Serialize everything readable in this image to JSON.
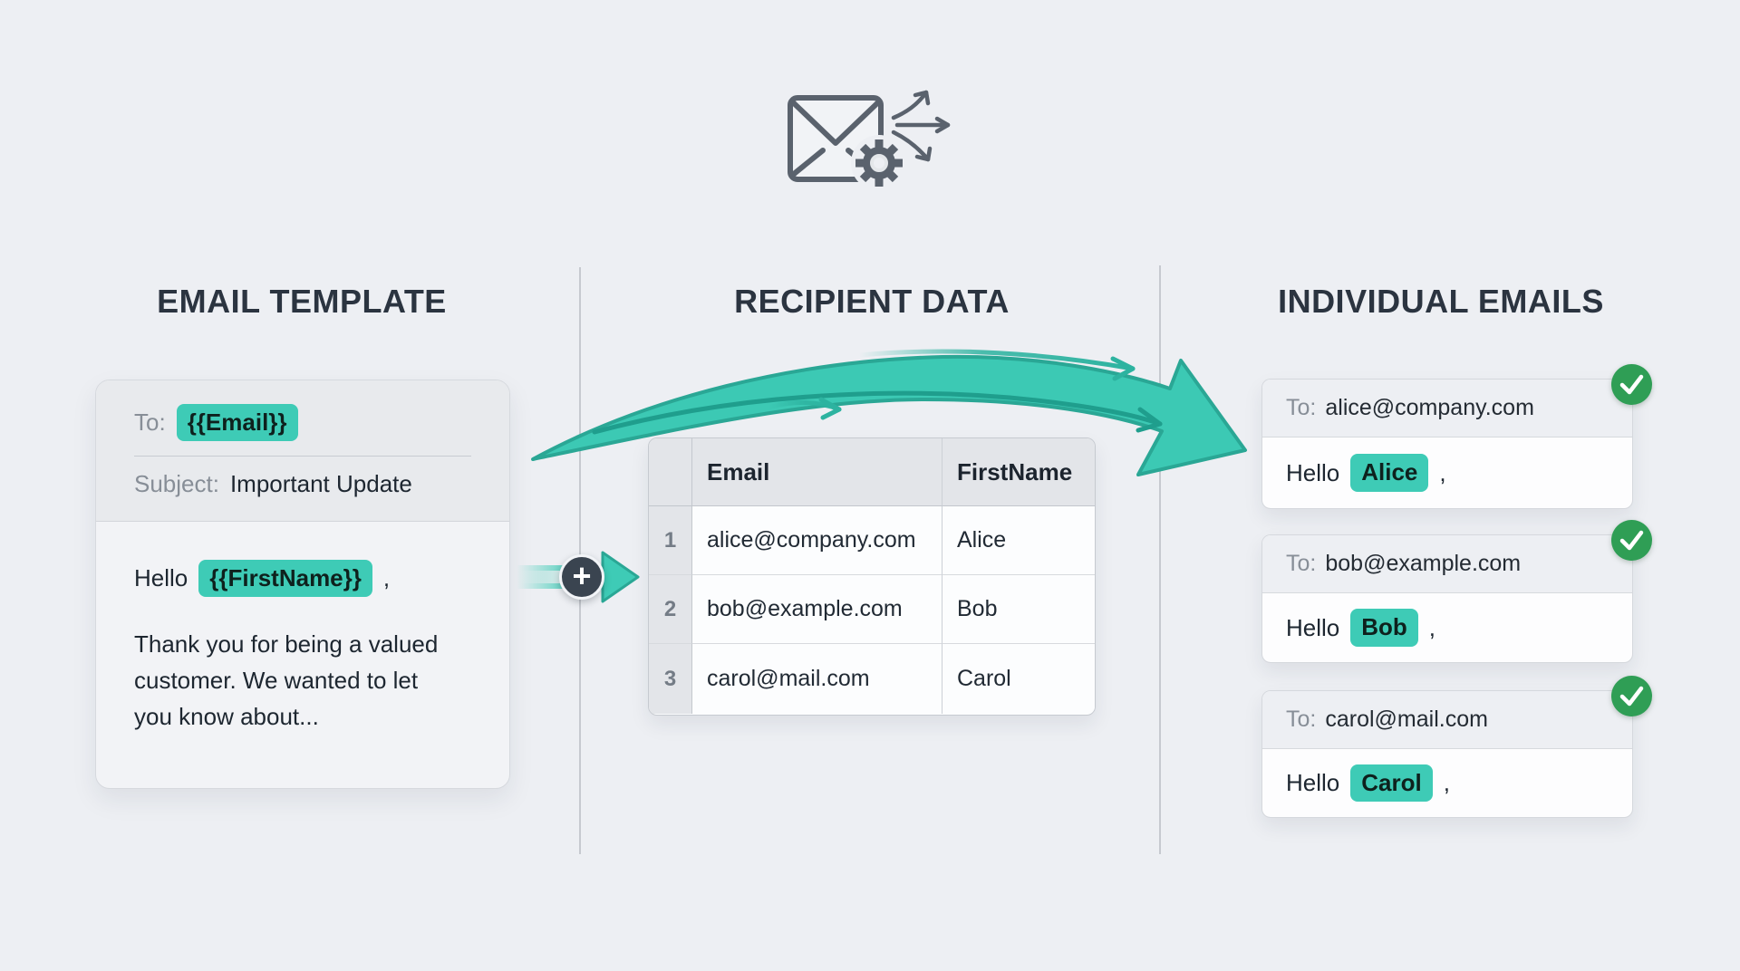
{
  "colors": {
    "bg": "#edeff3",
    "heading": "#2b3440",
    "ink": "#1d2630",
    "ink-soft": "#878e97",
    "teal": "#3ecbb6",
    "teal-deep": "#2aa795",
    "green": "#2f9e55"
  },
  "icons": {
    "hero": "envelope-gear-fanout-icon",
    "merge_plus": "plus-icon",
    "merge_arrow": "arrow-right-icon",
    "flow": "swoosh-arrow-icon",
    "success": "check-icon"
  },
  "connector": {
    "plus": "+"
  },
  "sections": {
    "template": {
      "heading": "EMAIL TEMPLATE"
    },
    "recipients": {
      "heading": "RECIPIENT DATA"
    },
    "output": {
      "heading": "INDIVIDUAL EMAILS"
    }
  },
  "template_card": {
    "to_label": "To:",
    "to_placeholder": "{{Email}}",
    "subject_label": "Subject:",
    "subject_value": "Important Update",
    "greeting_prefix": "Hello",
    "greeting_placeholder": "{{FirstName}}",
    "greeting_suffix": ",",
    "body": "Thank you for being a valued customer. We wanted to let you know about..."
  },
  "recipient_table": {
    "headers": {
      "email": "Email",
      "first_name": "FirstName"
    },
    "rows": [
      {
        "num": "1",
        "email": "alice@company.com",
        "first_name": "Alice"
      },
      {
        "num": "2",
        "email": "bob@example.com",
        "first_name": "Bob"
      },
      {
        "num": "3",
        "email": "carol@mail.com",
        "first_name": "Carol"
      }
    ]
  },
  "output_cards": [
    {
      "to_label": "To:",
      "to_value": "alice@company.com",
      "greeting_prefix": "Hello",
      "name": "Alice",
      "greeting_suffix": ","
    },
    {
      "to_label": "To:",
      "to_value": "bob@example.com",
      "greeting_prefix": "Hello",
      "name": "Bob",
      "greeting_suffix": ","
    },
    {
      "to_label": "To:",
      "to_value": "carol@mail.com",
      "greeting_prefix": "Hello",
      "name": "Carol",
      "greeting_suffix": ","
    }
  ]
}
